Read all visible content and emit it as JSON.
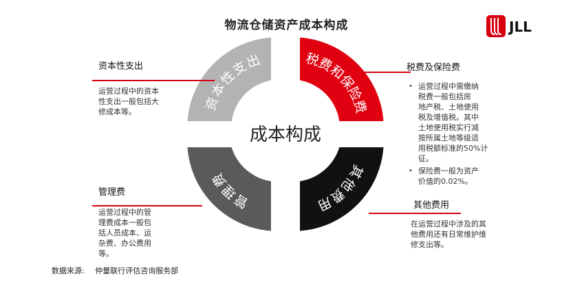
{
  "title": "物流仓储资产成本构成",
  "logo_text": "JLL",
  "center_label": "成本构成",
  "segments": [
    {
      "label": "资本性支出",
      "color": "#b3b3b3"
    },
    {
      "label": "税费和保险费",
      "color": "#e0000f"
    },
    {
      "label": "其他费用",
      "color": "#111111"
    },
    {
      "label": "管理费",
      "color": "#5a5a5a"
    }
  ],
  "blocks": {
    "capex": {
      "title": "资本性支出",
      "text": [
        "运营过程中的资本",
        "性支出一般包括大",
        "修成本等。"
      ]
    },
    "tax": {
      "title": "税费及保险费",
      "bullets": [
        [
          "运营过程中需缴纳",
          "税费一般包括房",
          "地产税、土地使用",
          "税及增值税。其中",
          "土地使用税实行减",
          "按所属土地等级适",
          "用税额标准的50%计",
          "征。"
        ],
        [
          "保险费一般为资产",
          "价值的0.02%。"
        ]
      ]
    },
    "mgmt": {
      "title": "管理费",
      "text": [
        "运营过程中的管",
        "理费成本一般包",
        "括人员成本、运",
        "杂费、办公费用",
        "等。"
      ]
    },
    "other": {
      "title": "其他费用",
      "text": [
        "在运营过程中涉及的其",
        "他费用还有日常维护维",
        "修支出等。"
      ]
    }
  },
  "source": {
    "label": "数据来源:",
    "value": "仲量联行评估咨询服务部"
  }
}
